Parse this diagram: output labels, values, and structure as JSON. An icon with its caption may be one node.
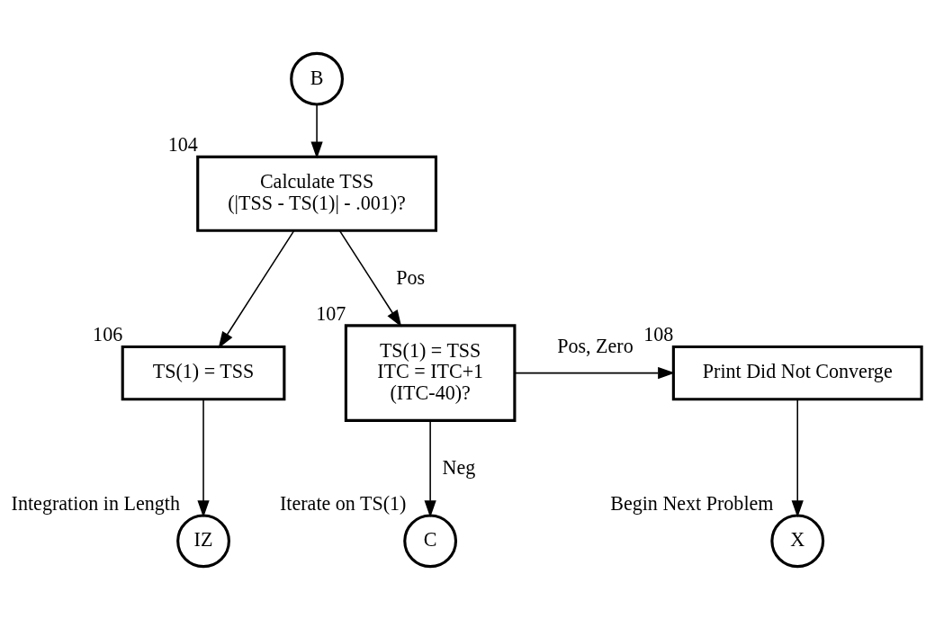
{
  "diagram": {
    "nodes": [
      {
        "text": [
          "B"
        ]
      },
      {
        "text": [
          "Calculate TSS",
          "(|TSS - TS(1)| - .001)?"
        ],
        "beside": [
          "104"
        ]
      },
      {
        "text": [
          "TS(1) = TSS"
        ],
        "beside": [
          "106"
        ]
      },
      {
        "text": [
          "TS(1) = TSS",
          "ITC = ITC+1",
          "(ITC-40)?"
        ],
        "beside": [
          "107"
        ]
      },
      {
        "text": [
          "Print Did Not Converge"
        ],
        "beside": [
          "108"
        ]
      },
      {
        "text": [
          "IZ"
        ],
        "beside": [
          "Integration in Length"
        ]
      },
      {
        "text": [
          "C"
        ],
        "beside": [
          "Iterate on TS(1)"
        ]
      },
      {
        "text": [
          "X"
        ],
        "beside": [
          "Begin Next Problem"
        ]
      }
    ],
    "edges": [
      {
        "from": 0,
        "to": 1,
        "arrow": "to"
      },
      {
        "from": 1,
        "to": 2,
        "arrow": "to"
      },
      {
        "from": 1,
        "to": 3,
        "arrow": "to",
        "label": "Pos"
      },
      {
        "from": 3,
        "to": 4,
        "arrow": "to",
        "label": "Pos, Zero"
      },
      {
        "from": 3,
        "to": 6,
        "arrow": "to",
        "label": "Neg"
      },
      {
        "from": 2,
        "to": 5,
        "arrow": "to"
      },
      {
        "from": 4,
        "to": 7,
        "arrow": "to"
      }
    ]
  }
}
